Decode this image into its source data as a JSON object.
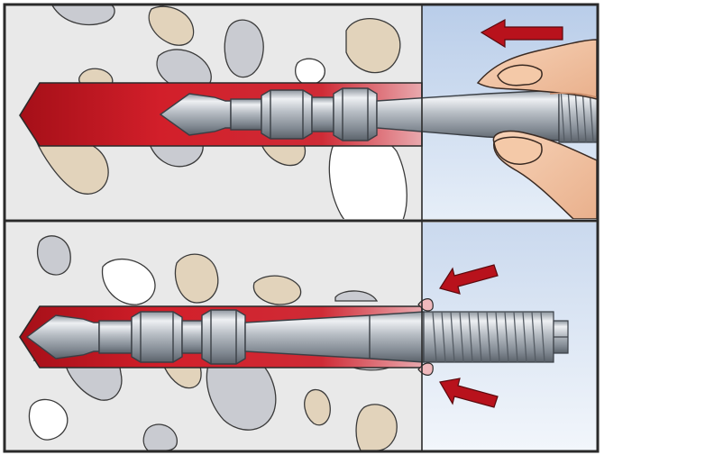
{
  "diagram": {
    "panels": [
      {
        "name": "step-insert",
        "arrow_direction": "left"
      },
      {
        "name": "step-set",
        "arrow_direction": "inward"
      }
    ]
  },
  "colors": {
    "outline": "#2a2a2a",
    "concrete": "#e9e9e9",
    "air_top": "#c7d6ec",
    "air_bottom": "#dfe8f5",
    "mortar_red": "#c41a24",
    "mortar_dark": "#8f0f16",
    "mortar_light": "#f0b9bd",
    "arrow_red": "#b8121c",
    "steel_light": "#e6e9ed",
    "steel_mid": "#a9b0b8",
    "steel_dark": "#6b737c",
    "skin": "#f2c4a4",
    "skin_shadow": "#d89b78",
    "stone_grey": "#c9cbd1",
    "stone_tan": "#e2d3bb",
    "stone_white": "#ffffff"
  }
}
